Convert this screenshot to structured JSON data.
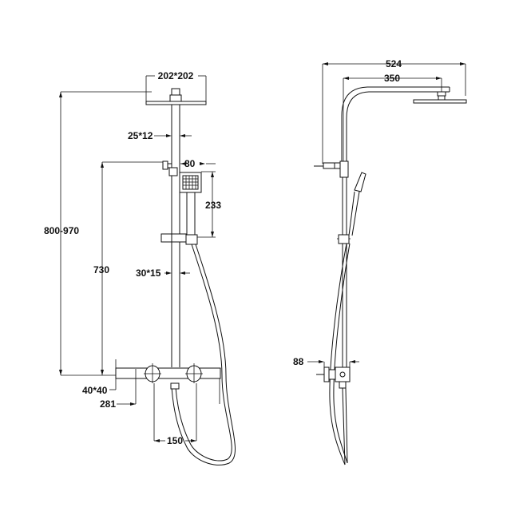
{
  "diagram": {
    "type": "technical-drawing",
    "subject": "thermostatic shower column dimensions",
    "colors": {
      "line": "#111111",
      "background": "#ffffff"
    },
    "front_view": {
      "dimensions": {
        "head_size": "202*202",
        "upper_rail_section": "25*12",
        "handset_width": "80",
        "handset_height": "233",
        "total_height": "800-970",
        "rail_height": "730",
        "lower_rail_section": "30*15",
        "valve_section": "40*40",
        "valve_width": "281",
        "inlet_centres": "150"
      }
    },
    "side_view": {
      "dimensions": {
        "total_projection": "524",
        "arm_projection": "350",
        "valve_projection": "88"
      }
    }
  }
}
